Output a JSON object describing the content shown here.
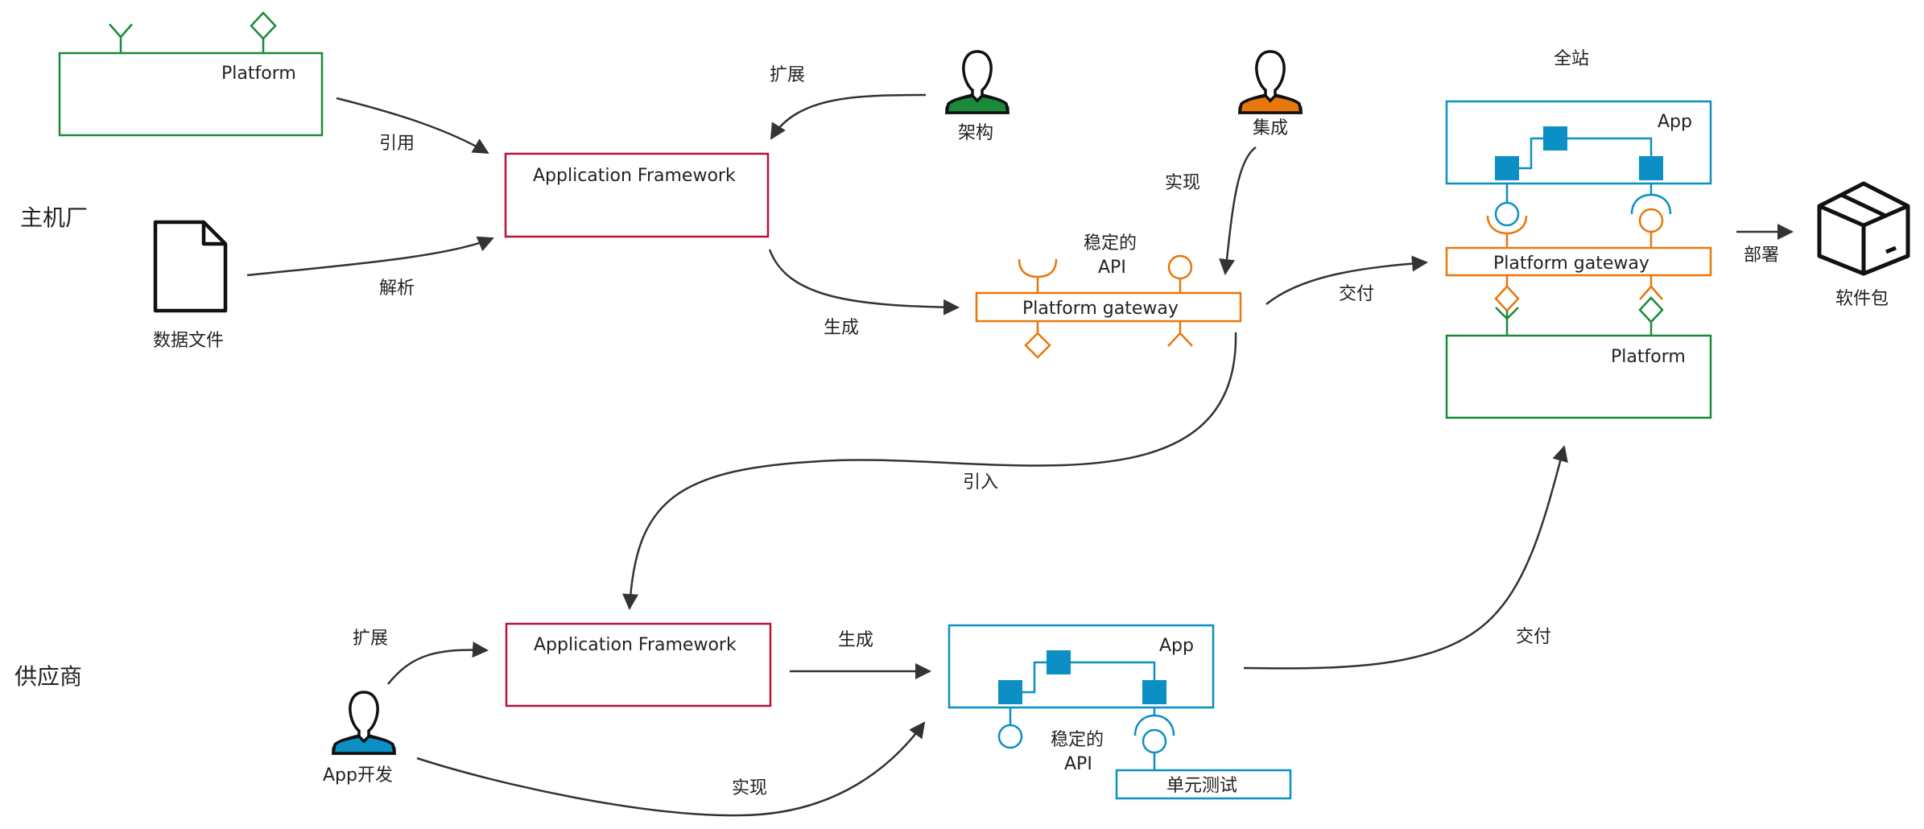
{
  "lanes": {
    "oem": "主机厂",
    "supplier": "供应商"
  },
  "top": {
    "platform_box": "Platform",
    "data_file": "数据文件",
    "edge_reference": "引用",
    "edge_parse": "解析",
    "edge_extend": "扩展",
    "app_framework": "Application Framework",
    "architect": "架构",
    "integration": "集成",
    "edge_implement": "实现",
    "stable_api_line1": "稳定的",
    "stable_api_line2": "API",
    "platform_gateway": "Platform gateway",
    "edge_generate": "生成",
    "edge_deliver": "交付",
    "edge_import": "引入"
  },
  "full_stack": {
    "title": "全站",
    "app": "App",
    "platform_gateway": "Platform gateway",
    "platform": "Platform",
    "edge_deploy": "部署",
    "package": "软件包"
  },
  "bottom": {
    "edge_extend": "扩展",
    "app_framework": "Application Framework",
    "edge_generate": "生成",
    "app": "App",
    "app_dev": "App开发",
    "edge_implement": "实现",
    "stable_api_line1": "稳定的",
    "stable_api_line2": "API",
    "unit_test": "单元测试",
    "edge_deliver": "交付"
  },
  "colors": {
    "green": "#1a8a3a",
    "red": "#b5123a",
    "orange": "#e8770b",
    "blue": "#0b8fc4",
    "dark": "#333333"
  }
}
